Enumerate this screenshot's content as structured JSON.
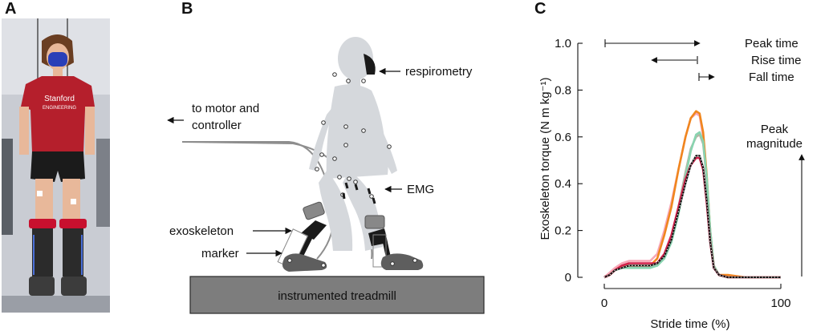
{
  "panels": {
    "a": "A",
    "b": "B",
    "c": "C"
  },
  "diagram": {
    "respirometry": "respirometry",
    "motor_line1": "to motor and",
    "motor_line2": "controller",
    "emg": "EMG",
    "exoskeleton": "exoskeleton",
    "marker": "marker",
    "treadmill": "instrumented treadmill"
  },
  "photo": {
    "shirt_line1": "Stanford",
    "shirt_line2": "ENGINEERING"
  },
  "chart_data": {
    "type": "line",
    "xlabel": "Stride time (%)",
    "ylabel": "Exoskeleton torque (N m kg⁻¹)",
    "xlim": [
      0,
      100
    ],
    "ylim": [
      0,
      1.0
    ],
    "xticks": [
      "0",
      "100"
    ],
    "yticks": [
      "0",
      "0.2",
      "0.4",
      "0.6",
      "0.8",
      "1.0"
    ],
    "annotations": {
      "peak_time": "Peak time",
      "rise_time": "Rise time",
      "fall_time": "Fall time",
      "peak_magnitude_line1": "Peak",
      "peak_magnitude_line2": "magnitude"
    },
    "series": [
      {
        "color": "#f7a8b8",
        "dotted": false,
        "x": [
          0,
          3,
          6,
          10,
          14,
          20,
          26,
          30,
          34,
          38,
          42,
          46,
          49,
          52,
          54,
          56,
          58,
          60,
          62,
          65,
          70,
          80,
          100
        ],
        "y": [
          0,
          0.02,
          0.04,
          0.06,
          0.07,
          0.07,
          0.07,
          0.1,
          0.2,
          0.32,
          0.46,
          0.6,
          0.68,
          0.7,
          0.69,
          0.6,
          0.4,
          0.18,
          0.05,
          0.01,
          0,
          0,
          0
        ]
      },
      {
        "color": "#f0861e",
        "dotted": false,
        "x": [
          0,
          3,
          6,
          10,
          14,
          20,
          26,
          30,
          34,
          38,
          42,
          46,
          49,
          52,
          54,
          56,
          58,
          60,
          62,
          65,
          70,
          80,
          100
        ],
        "y": [
          0,
          0.01,
          0.03,
          0.05,
          0.05,
          0.05,
          0.05,
          0.08,
          0.18,
          0.3,
          0.46,
          0.6,
          0.68,
          0.71,
          0.7,
          0.62,
          0.44,
          0.2,
          0.05,
          0.01,
          0.01,
          0,
          0
        ]
      },
      {
        "color": "#b5b5a5",
        "dotted": false,
        "x": [
          0,
          3,
          6,
          10,
          14,
          20,
          26,
          30,
          34,
          38,
          42,
          46,
          49,
          52,
          54,
          56,
          58,
          60,
          62,
          65,
          70,
          80,
          100
        ],
        "y": [
          0,
          0.01,
          0.03,
          0.04,
          0.05,
          0.05,
          0.05,
          0.05,
          0.09,
          0.17,
          0.3,
          0.45,
          0.55,
          0.6,
          0.61,
          0.57,
          0.42,
          0.2,
          0.05,
          0.01,
          0,
          0,
          0
        ]
      },
      {
        "color": "#88d4b0",
        "dotted": false,
        "x": [
          0,
          3,
          6,
          10,
          14,
          20,
          26,
          30,
          34,
          38,
          42,
          46,
          49,
          52,
          54,
          56,
          58,
          60,
          62,
          65,
          70,
          80,
          100
        ],
        "y": [
          0,
          0.01,
          0.03,
          0.04,
          0.04,
          0.04,
          0.04,
          0.05,
          0.08,
          0.15,
          0.27,
          0.43,
          0.54,
          0.61,
          0.62,
          0.58,
          0.43,
          0.2,
          0.05,
          0.01,
          0,
          0,
          0
        ]
      },
      {
        "color": "#d0204a",
        "dotted": false,
        "x": [
          0,
          3,
          6,
          10,
          14,
          20,
          26,
          30,
          34,
          38,
          42,
          46,
          49,
          52,
          54,
          56,
          58,
          60,
          62,
          65,
          70,
          80,
          100
        ],
        "y": [
          0,
          0.01,
          0.03,
          0.05,
          0.06,
          0.06,
          0.06,
          0.06,
          0.1,
          0.18,
          0.3,
          0.42,
          0.48,
          0.51,
          0.51,
          0.46,
          0.32,
          0.15,
          0.04,
          0.01,
          0,
          0,
          0
        ]
      },
      {
        "color": "#111111",
        "dotted": true,
        "x": [
          0,
          3,
          6,
          10,
          14,
          20,
          26,
          30,
          34,
          38,
          42,
          46,
          49,
          52,
          54,
          56,
          58,
          60,
          62,
          65,
          70,
          80,
          100
        ],
        "y": [
          0,
          0.01,
          0.03,
          0.04,
          0.05,
          0.05,
          0.05,
          0.06,
          0.09,
          0.16,
          0.28,
          0.4,
          0.48,
          0.52,
          0.52,
          0.47,
          0.33,
          0.15,
          0.04,
          0.01,
          0,
          0,
          0
        ]
      }
    ]
  }
}
